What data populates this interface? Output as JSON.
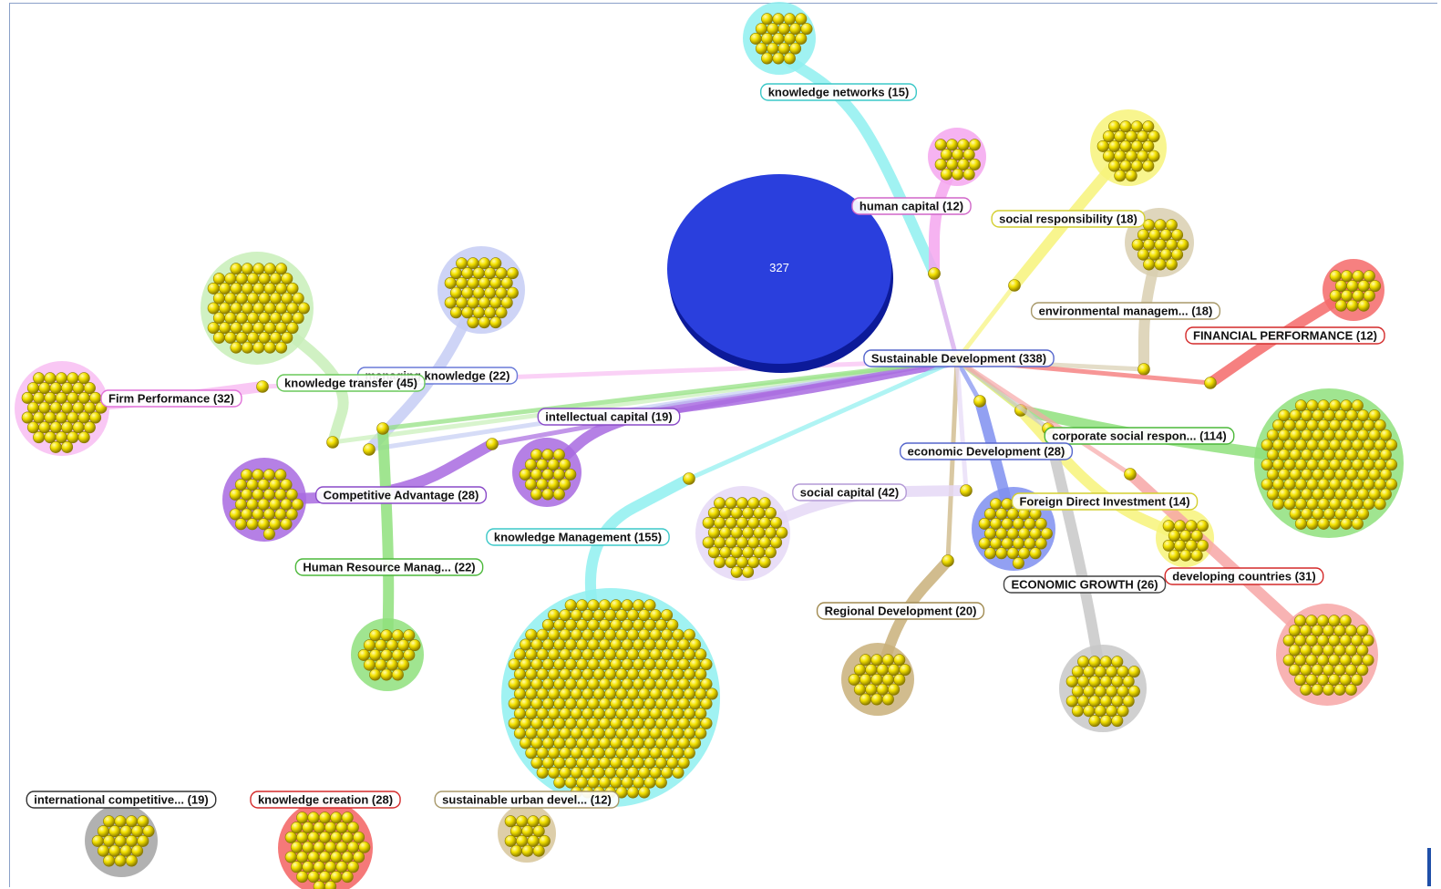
{
  "colors": {
    "ball": "#f3e100",
    "ball_edge": "#8a7a00",
    "hub_fill": "#2a3fdd",
    "hub_dark": "#0c1a99"
  },
  "hub": {
    "count_label": "327"
  },
  "clusters": [
    {
      "id": "sustainable-development",
      "label": "Sustainable Development (338)",
      "color": "#7f8ff0",
      "border": "#5566cc"
    },
    {
      "id": "knowledge-networks",
      "label": "knowledge networks (15)",
      "color": "#8ff0f0",
      "border": "#3cc8c8"
    },
    {
      "id": "human-capital",
      "label": "human capital (12)",
      "color": "#f5a6ef",
      "border": "#d066c8"
    },
    {
      "id": "social-responsibility",
      "label": "social responsibility (18)",
      "color": "#f7f37a",
      "border": "#d4cf30"
    },
    {
      "id": "environmental-management",
      "label": "environmental managem... (18)",
      "color": "#d9cfb0",
      "border": "#a8996a"
    },
    {
      "id": "financial-performance",
      "label": "FINANCIAL PERFORMANCE (12)",
      "color": "#f46a6a",
      "border": "#d42a2a"
    },
    {
      "id": "corporate-social-responsibility",
      "label": "corporate social respon... (114)",
      "color": "#8fe07c",
      "border": "#4cb83a"
    },
    {
      "id": "economic-development",
      "label": "economic Development (28)",
      "color": "#7f8ff0",
      "border": "#5566cc"
    },
    {
      "id": "foreign-direct-investment",
      "label": "Foreign Direct Investment (14)",
      "color": "#f7f37a",
      "border": "#d4cf30"
    },
    {
      "id": "economic-growth",
      "label": "ECONOMIC GROWTH (26)",
      "color": "#c8c8c8",
      "border": "#444444"
    },
    {
      "id": "developing-countries",
      "label": "developing countries (31)",
      "color": "#f7a6a6",
      "border": "#d42a2a"
    },
    {
      "id": "regional-development",
      "label": "Regional Development (20)",
      "color": "#c9b07a",
      "border": "#a08a50"
    },
    {
      "id": "social-capital",
      "label": "social capital (42)",
      "color": "#e5d8f6",
      "border": "#b49ad6"
    },
    {
      "id": "intellectual-capital",
      "label": "intellectual capital (19)",
      "color": "#a86ae0",
      "border": "#8a4ac8"
    },
    {
      "id": "managing-knowledge",
      "label": "managing knowledge (22)",
      "color": "#c5cdf4",
      "border": "#6a7ad8"
    },
    {
      "id": "knowledge-transfer",
      "label": "knowledge transfer (45)",
      "color": "#c8efb8",
      "border": "#6ac85a"
    },
    {
      "id": "firm-performance",
      "label": "Firm Performance (32)",
      "color": "#f8bdf2",
      "border": "#e070d8"
    },
    {
      "id": "competitive-advantage",
      "label": "Competitive Advantage (28)",
      "color": "#a86ae0",
      "border": "#8a4ac8"
    },
    {
      "id": "knowledge-management",
      "label": "knowledge Management (155)",
      "color": "#8ff0f0",
      "border": "#3cc8c8"
    },
    {
      "id": "human-resource-management",
      "label": "Human Resource Manag... (22)",
      "color": "#8fe07c",
      "border": "#4cb83a"
    }
  ],
  "isolated": [
    {
      "id": "international-competitive",
      "label": "international competitive... (19)",
      "color": "#a8a8a8",
      "border": "#333333"
    },
    {
      "id": "knowledge-creation",
      "label": "knowledge creation (28)",
      "color": "#f46a6a",
      "border": "#d42a2a"
    },
    {
      "id": "sustainable-urban-development",
      "label": "sustainable urban devel... (12)",
      "color": "#d9c9a0",
      "border": "#a8996a"
    }
  ]
}
